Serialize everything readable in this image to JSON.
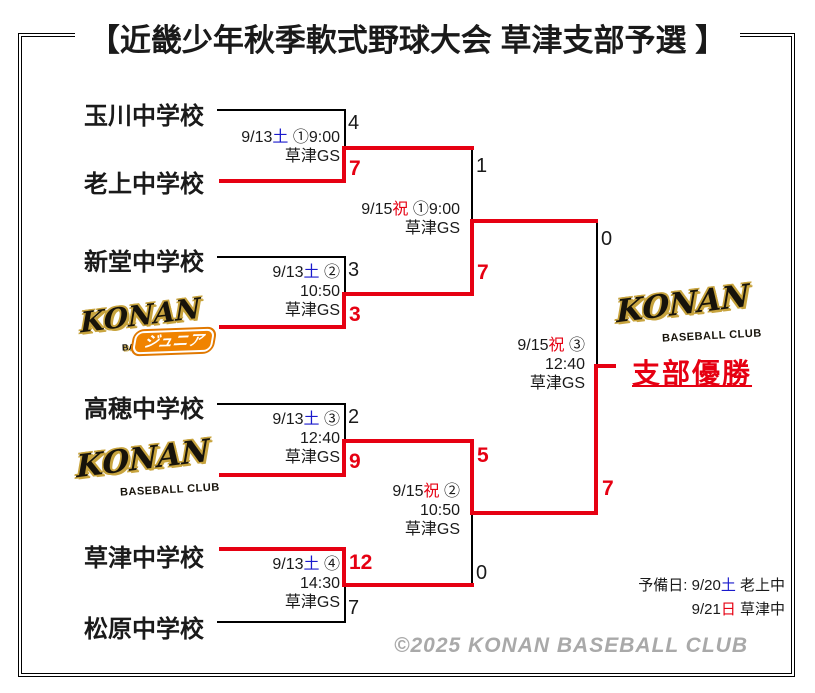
{
  "title": "【近畿少年秋季軟式野球大会 草津支部予選 】",
  "teams": {
    "tamagawa": "玉川中学校",
    "oikami": "老上中学校",
    "shindo": "新堂中学校",
    "takaho": "高穂中学校",
    "kusatsu": "草津中学校",
    "matsubara": "松原中学校"
  },
  "logos": {
    "konan": "KONAN",
    "baseball_club": "BASEBALL CLUB",
    "junior": "ジュニア",
    "base_partial": "BASE"
  },
  "matches": {
    "m1": {
      "date": "9/13",
      "day": "土",
      "rest": " ①9:00",
      "venue": "草津GS",
      "score_top": "4",
      "score_bottom": "7"
    },
    "m2": {
      "date": "9/13",
      "day": "土",
      "rest": " ②",
      "time": "10:50",
      "venue": "草津GS",
      "score_top": "3",
      "score_bottom": "3"
    },
    "m3": {
      "date": "9/13",
      "day": "土",
      "rest": " ③",
      "time": "12:40",
      "venue": "草津GS",
      "score_top": "2",
      "score_bottom": "9"
    },
    "m4": {
      "date": "9/13",
      "day": "土",
      "rest": " ④",
      "time": "14:30",
      "venue": "草津GS",
      "score_top": "12",
      "score_bottom": "7"
    },
    "sf1": {
      "date": "9/15",
      "day": "祝",
      "rest": " ①9:00",
      "venue": "草津GS",
      "score_top": "1",
      "score_bottom": "7"
    },
    "sf2": {
      "date": "9/15",
      "day": "祝",
      "rest": " ②",
      "time": "10:50",
      "venue": "草津GS",
      "score_top": "5",
      "score_bottom": "0"
    },
    "final": {
      "date": "9/15",
      "day": "祝",
      "rest": " ③",
      "time": "12:40",
      "venue": "草津GS",
      "score_top": "0",
      "score_bottom": "7"
    }
  },
  "champion_label": "支部優勝",
  "reserve": {
    "prefix": "予備日: ",
    "d1_date": "9/20",
    "d1_day": "土",
    "d1_venue": " 老上中",
    "d2_date": "9/21",
    "d2_day": "日",
    "d2_venue": " 草津中"
  },
  "copyright": "©2025 KONAN BASEBALL CLUB",
  "colors": {
    "accent_red": "#e60012",
    "saturday_blue": "#1a1acc",
    "holiday_red": "#e60012"
  }
}
